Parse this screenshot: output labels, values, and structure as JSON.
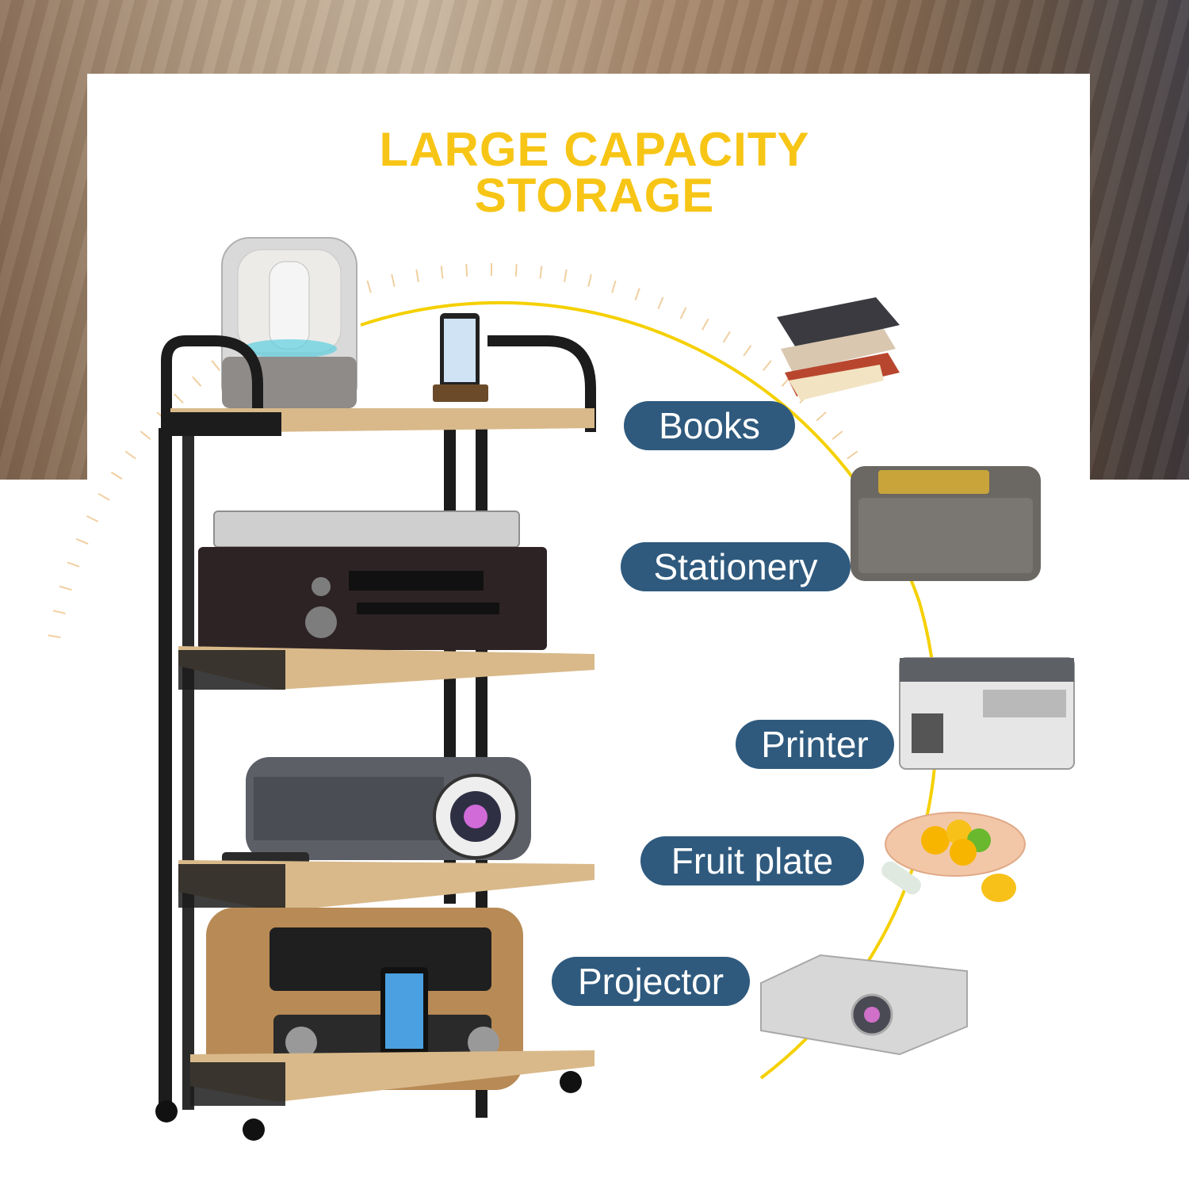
{
  "title": {
    "line1": "LARGE CAPACITY",
    "line2": "STORAGE"
  },
  "labels": [
    "Books",
    "Stationery",
    "Printer",
    "Fruit plate",
    "Projector"
  ],
  "colors": {
    "title": "#f7c515",
    "pill": "#2f5a7e",
    "pill_text": "#ffffff",
    "arc": "#f5d000"
  }
}
